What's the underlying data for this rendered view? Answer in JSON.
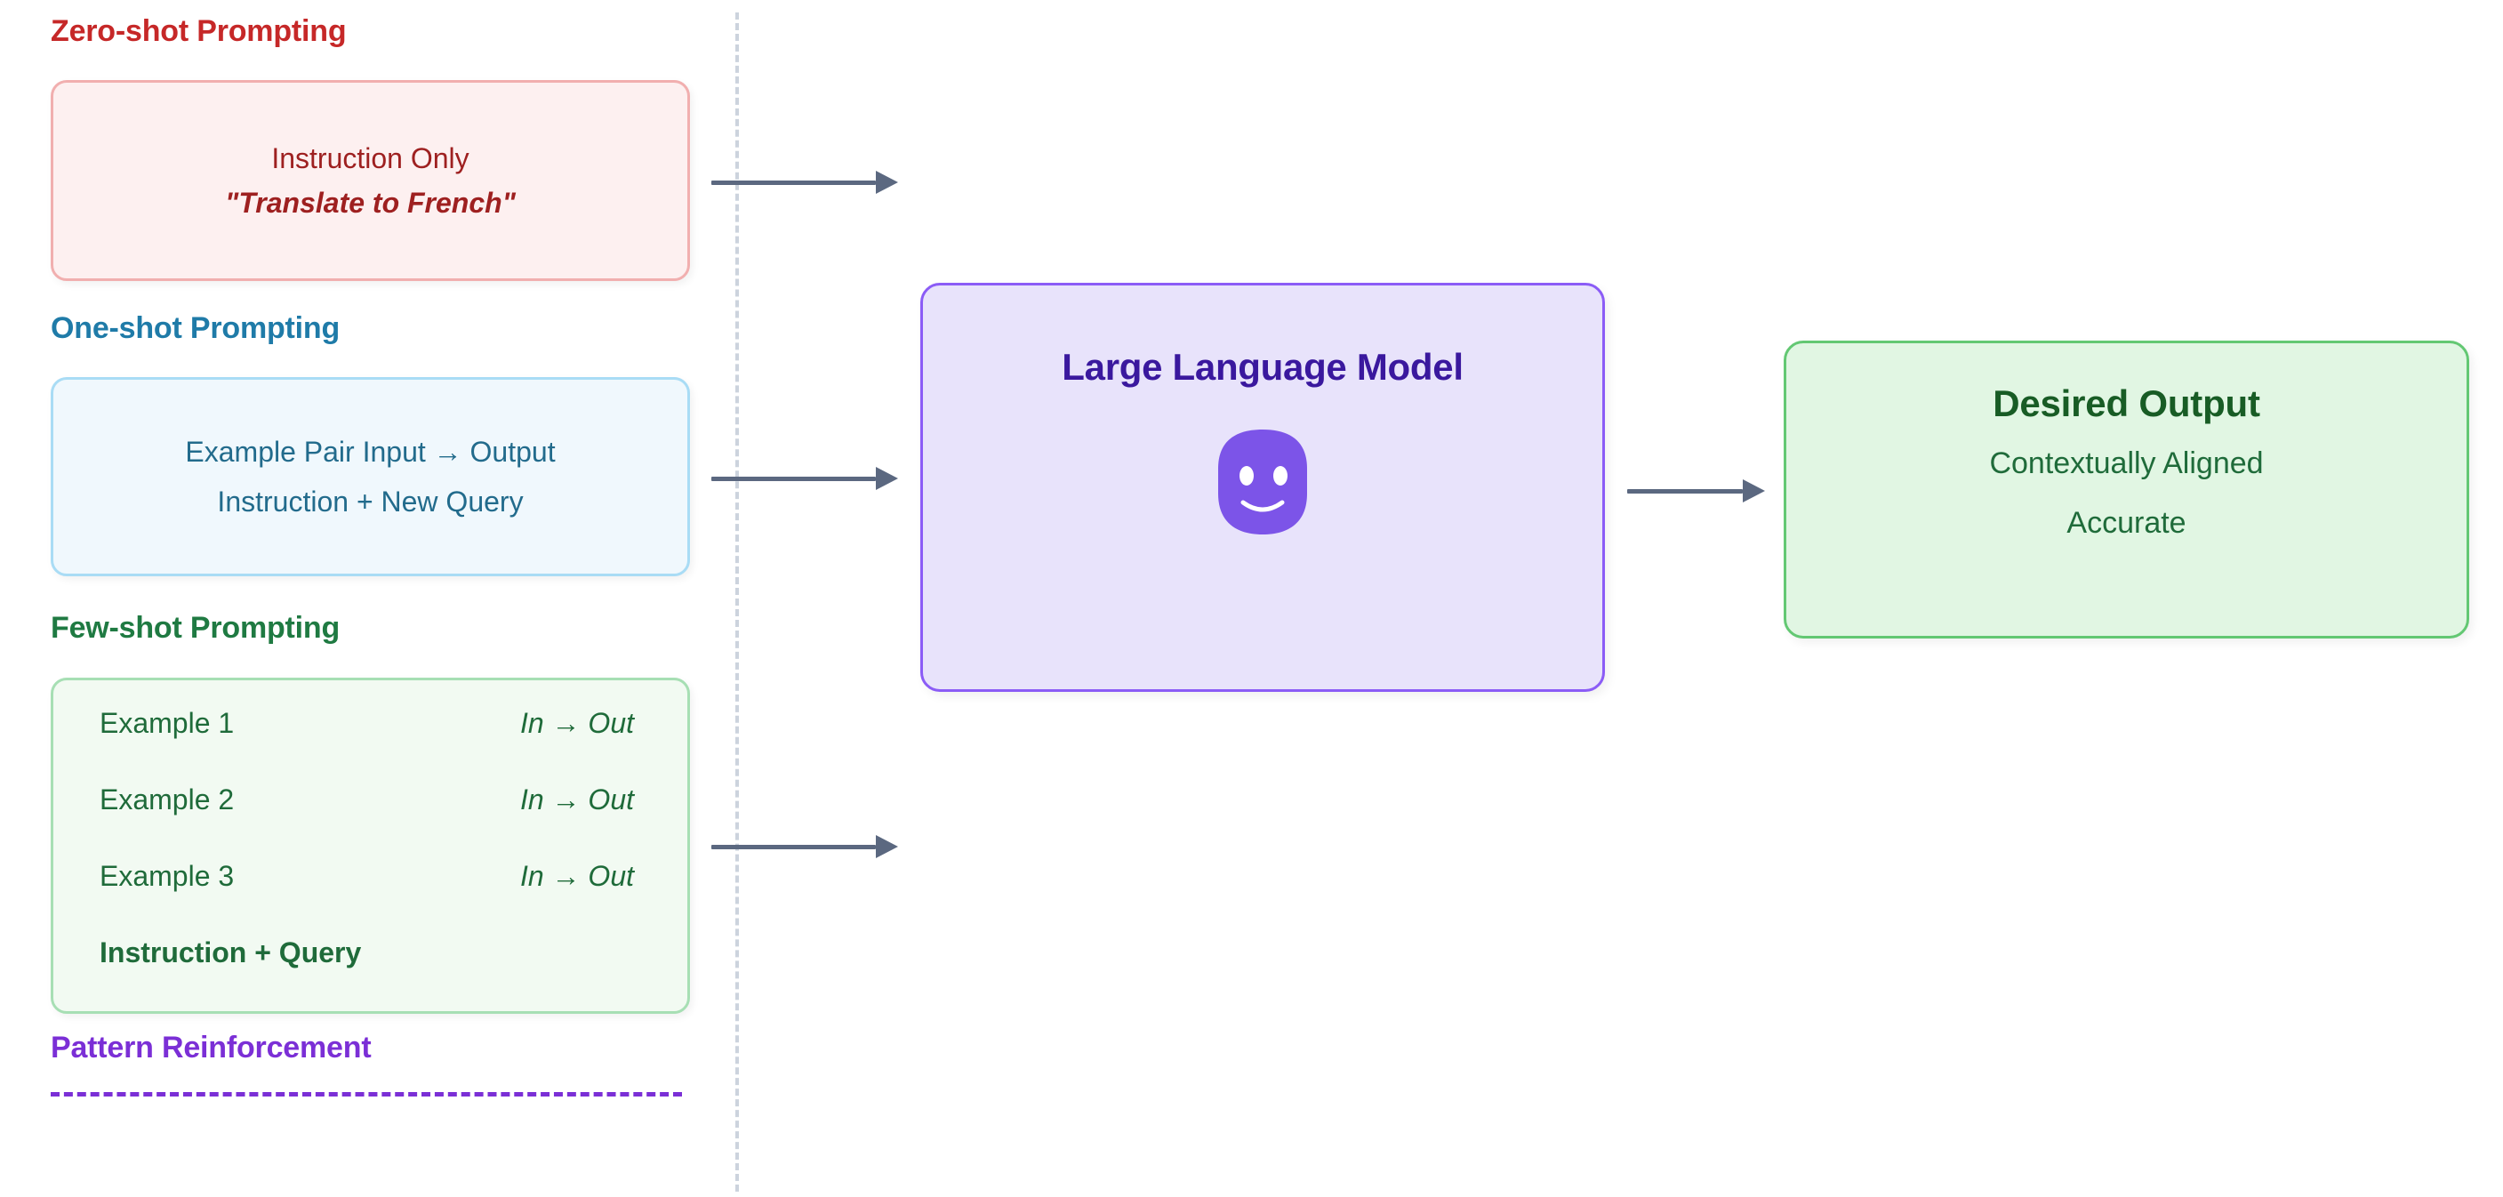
{
  "diagram": {
    "title_zero": "Zero-shot Prompting",
    "title_one": "One-shot Prompting",
    "title_few": "Few-shot Prompting",
    "title_pattern": "Pattern Reinforcement",
    "colors": {
      "zero_accent": "#c62828",
      "one_accent": "#1f7ba8",
      "few_accent": "#1f7a42",
      "pattern_accent": "#7b2fd6",
      "llm_accent": "#8b5cf6",
      "llm_title": "#3a189e",
      "output_accent": "#63c873",
      "arrow": "#5b6880",
      "divider": "#ccd3dd"
    }
  },
  "zero_shot": {
    "line1": "Instruction Only",
    "line2": "\"Translate to French\""
  },
  "one_shot": {
    "line1": "Example Pair Input → Output",
    "line2": "Instruction + New Query"
  },
  "few_shot": {
    "examples": [
      {
        "label": "Example 1",
        "io": "In → Out"
      },
      {
        "label": "Example 2",
        "io": "In → Out"
      },
      {
        "label": "Example 3",
        "io": "In → Out"
      }
    ],
    "footer": "Instruction + Query"
  },
  "llm": {
    "title": "Large Language Model",
    "face_icon": "smiley-face-icon"
  },
  "output": {
    "title": "Desired Output",
    "line1": "Contextually Aligned",
    "line2": "Accurate"
  }
}
